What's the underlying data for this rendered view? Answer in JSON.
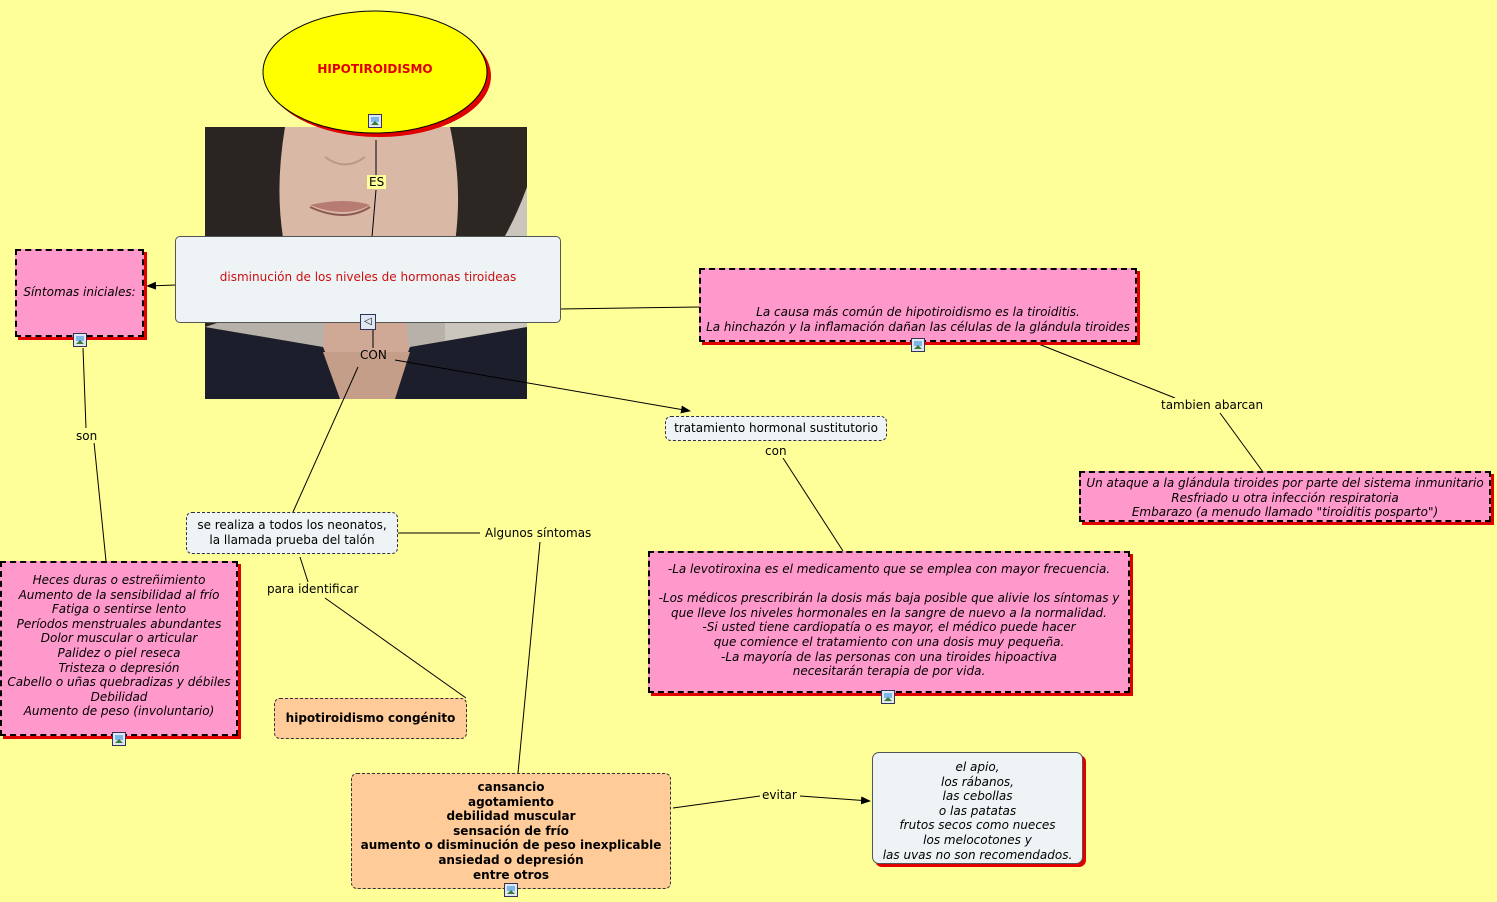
{
  "title": "HIPOTIROIDISMO",
  "colors": {
    "background": "#ffff99",
    "title_fill": "#ffff00",
    "title_text": "#e00000",
    "pink": "#ff99cc",
    "peach": "#ffcc99",
    "shadow": "#e00000"
  },
  "nodes": {
    "definition": "disminución de los niveles de hormonas tiroideas",
    "sintomas_iniciales": "Síntomas iniciales:",
    "causa": "La causa más común de hipotiroidismo es la tiroiditis.\nLa hinchazón y la inflamación dañan las células de la glándula tiroides",
    "tambien": "Un ataque a la glándula tiroides por parte del sistema inmunitario\nResfriado u otra infección respiratoria\nEmbarazo (a menudo llamado \"tiroiditis posparto\")",
    "tratamiento": "tratamiento hormonal sustitutorio",
    "levotiroxina": "-La levotiroxina es el medicamento que se emplea con mayor frecuencia.\n\n-Los médicos prescribirán la dosis más baja posible que alivie los síntomas y\nque lleve los niveles hormonales en la sangre de nuevo a la normalidad.\n-Si usted tiene cardiopatía o es mayor, el médico puede hacer\nque comience el tratamiento con una dosis muy pequeña.\n-La mayoría de las personas con una tiroides hipoactiva\nnecesitarán terapia de por vida.",
    "neonatos": "se realiza a todos los neonatos,\nla llamada prueba del talón",
    "sintomas_lista": "Heces duras o estreñimiento\nAumento de la sensibilidad al frío\nFatiga o sentirse lento\nPeríodos menstruales abundantes\nDolor muscular o articular\nPalidez o piel reseca\nTristeza o depresión\nCabello o uñas quebradizas y débiles\nDebilidad\nAumento de peso (involuntario)",
    "congenito": "hipotiroidismo congénito",
    "cansancio": "cansancio\nagotamiento\ndebilidad muscular\nsensación de frío\naumento o disminución de peso inexplicable\nansiedad o depresión\nentre otros",
    "alimentos": "el apio,\nlos rábanos,\nlas cebollas\no las patatas\nfrutos secos como nueces\nlos melocotones y\nlas uvas no son recomendados."
  },
  "link_labels": {
    "es": "ES",
    "con_upper": "CON",
    "son": "son",
    "tambien_abarcan": "tambien abarcan",
    "con_lower": "con",
    "algunos_sintomas": "Algunos síntomas",
    "para_identificar": "para identificar",
    "evitar": "evitar"
  },
  "icons": [
    "image-icon",
    "speaker-icon"
  ]
}
